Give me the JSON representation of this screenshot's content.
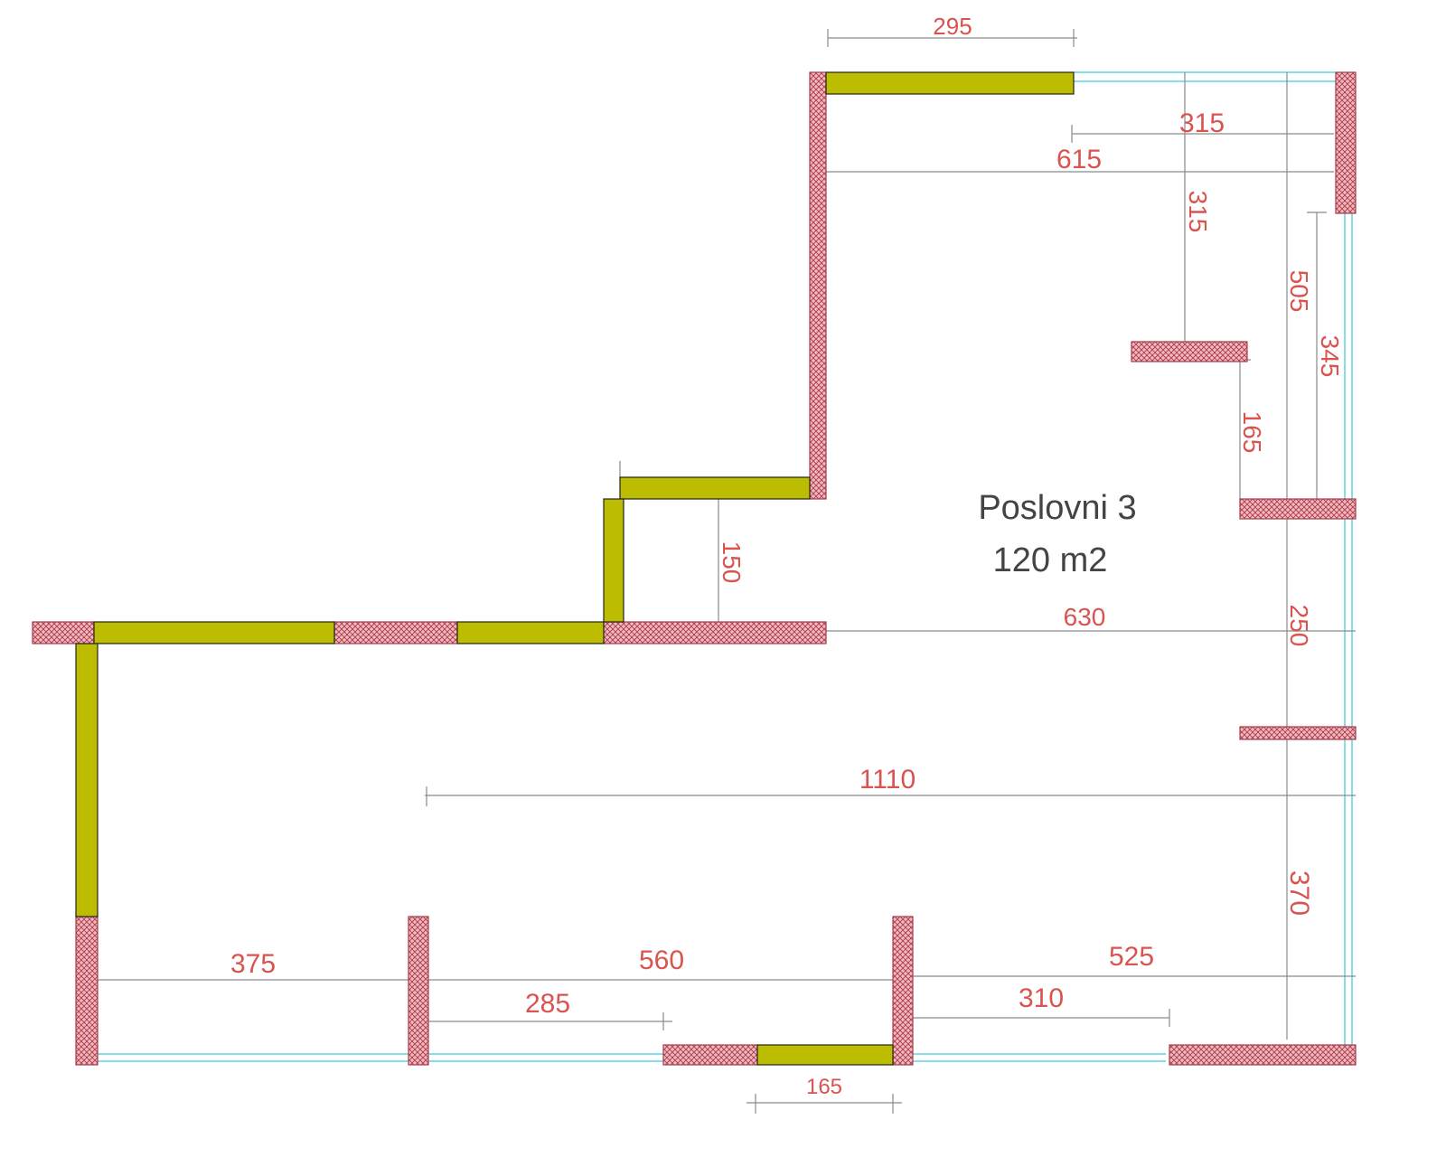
{
  "room": {
    "name": "Poslovni 3",
    "area": "120 m2"
  },
  "dimensions": {
    "top_width": "295",
    "upper_right_width": "315",
    "upper_width": "615",
    "vertical_upper": "315",
    "right_505": "505",
    "right_345": "345",
    "right_165": "165",
    "step_150": "150",
    "mid_630": "630",
    "right_250": "250",
    "long_1110": "1110",
    "right_370": "370",
    "bottom_375": "375",
    "bottom_560": "560",
    "bottom_525": "525",
    "bottom_285": "285",
    "bottom_310": "310",
    "door_165": "165"
  },
  "colors": {
    "dimension_text": "#d9534f",
    "dimension_line": "#8a8a8a",
    "masonry_wall": "#e89aa0",
    "masonry_hatch": "#a83b4a",
    "partition_wall": "#bcbc00",
    "window_line": "#5fd4e0",
    "outline": "#222222"
  }
}
